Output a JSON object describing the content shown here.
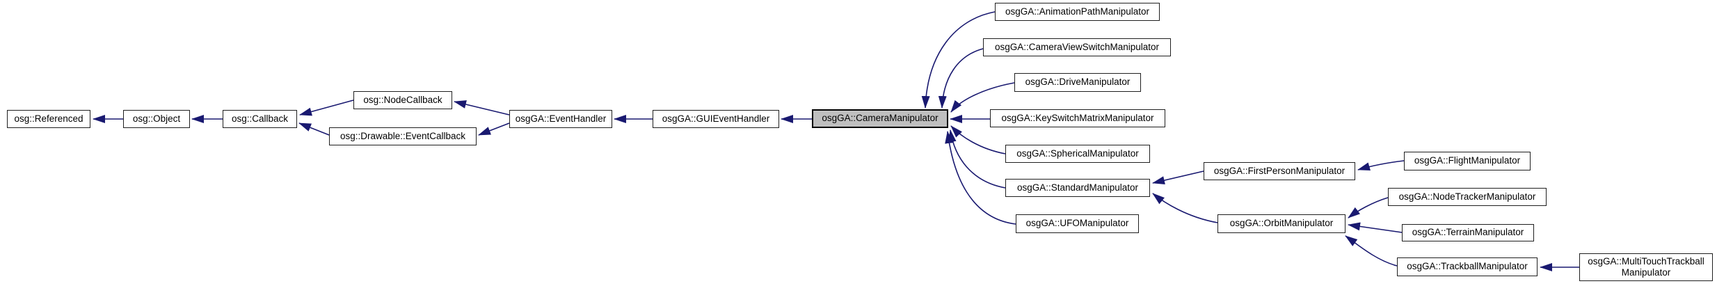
{
  "diagram": {
    "kind": "class-inheritance-graph",
    "highlighted_node": "osgGA::CameraManipulator",
    "colors": {
      "edge": "#191970",
      "node_fill": "#ffffff",
      "node_border": "#1f1f1f",
      "highlight_fill": "#bfbfbf",
      "text": "#000000",
      "background": "#ffffff"
    },
    "nodes": [
      {
        "label": "osg::Referenced"
      },
      {
        "label": "osg::Object"
      },
      {
        "label": "osg::Callback"
      },
      {
        "label": "osg::NodeCallback"
      },
      {
        "label": "osg::Drawable::EventCallback"
      },
      {
        "label": "osgGA::EventHandler"
      },
      {
        "label": "osgGA::GUIEventHandler"
      },
      {
        "label": "osgGA::CameraManipulator",
        "highlighted": true
      },
      {
        "label": "osgGA::AnimationPathManipulator"
      },
      {
        "label": "osgGA::CameraViewSwitchManipulator"
      },
      {
        "label": "osgGA::DriveManipulator"
      },
      {
        "label": "osgGA::KeySwitchMatrixManipulator"
      },
      {
        "label": "osgGA::SphericalManipulator"
      },
      {
        "label": "osgGA::StandardManipulator"
      },
      {
        "label": "osgGA::UFOManipulator"
      },
      {
        "label": "osgGA::FirstPersonManipulator"
      },
      {
        "label": "osgGA::OrbitManipulator"
      },
      {
        "label": "osgGA::FlightManipulator"
      },
      {
        "label": "osgGA::NodeTrackerManipulator"
      },
      {
        "label": "osgGA::TerrainManipulator"
      },
      {
        "label": "osgGA::TrackballManipulator"
      },
      {
        "label": "osgGA::MultiTouchTrackball\nManipulator"
      }
    ],
    "edges": [
      {
        "derived": "osg::Object",
        "base": "osg::Referenced"
      },
      {
        "derived": "osg::Callback",
        "base": "osg::Object"
      },
      {
        "derived": "osg::NodeCallback",
        "base": "osg::Callback"
      },
      {
        "derived": "osg::Drawable::EventCallback",
        "base": "osg::Callback"
      },
      {
        "derived": "osgGA::EventHandler",
        "base": "osg::NodeCallback"
      },
      {
        "derived": "osgGA::EventHandler",
        "base": "osg::Drawable::EventCallback"
      },
      {
        "derived": "osgGA::GUIEventHandler",
        "base": "osgGA::EventHandler"
      },
      {
        "derived": "osgGA::CameraManipulator",
        "base": "osgGA::GUIEventHandler"
      },
      {
        "derived": "osgGA::AnimationPathManipulator",
        "base": "osgGA::CameraManipulator"
      },
      {
        "derived": "osgGA::CameraViewSwitchManipulator",
        "base": "osgGA::CameraManipulator"
      },
      {
        "derived": "osgGA::DriveManipulator",
        "base": "osgGA::CameraManipulator"
      },
      {
        "derived": "osgGA::KeySwitchMatrixManipulator",
        "base": "osgGA::CameraManipulator"
      },
      {
        "derived": "osgGA::SphericalManipulator",
        "base": "osgGA::CameraManipulator"
      },
      {
        "derived": "osgGA::StandardManipulator",
        "base": "osgGA::CameraManipulator"
      },
      {
        "derived": "osgGA::UFOManipulator",
        "base": "osgGA::CameraManipulator"
      },
      {
        "derived": "osgGA::FirstPersonManipulator",
        "base": "osgGA::StandardManipulator"
      },
      {
        "derived": "osgGA::OrbitManipulator",
        "base": "osgGA::StandardManipulator"
      },
      {
        "derived": "osgGA::FlightManipulator",
        "base": "osgGA::FirstPersonManipulator"
      },
      {
        "derived": "osgGA::NodeTrackerManipulator",
        "base": "osgGA::OrbitManipulator"
      },
      {
        "derived": "osgGA::TerrainManipulator",
        "base": "osgGA::OrbitManipulator"
      },
      {
        "derived": "osgGA::TrackballManipulator",
        "base": "osgGA::OrbitManipulator"
      },
      {
        "derived": "osgGA::MultiTouchTrackballManipulator",
        "base": "osgGA::TrackballManipulator"
      }
    ]
  }
}
